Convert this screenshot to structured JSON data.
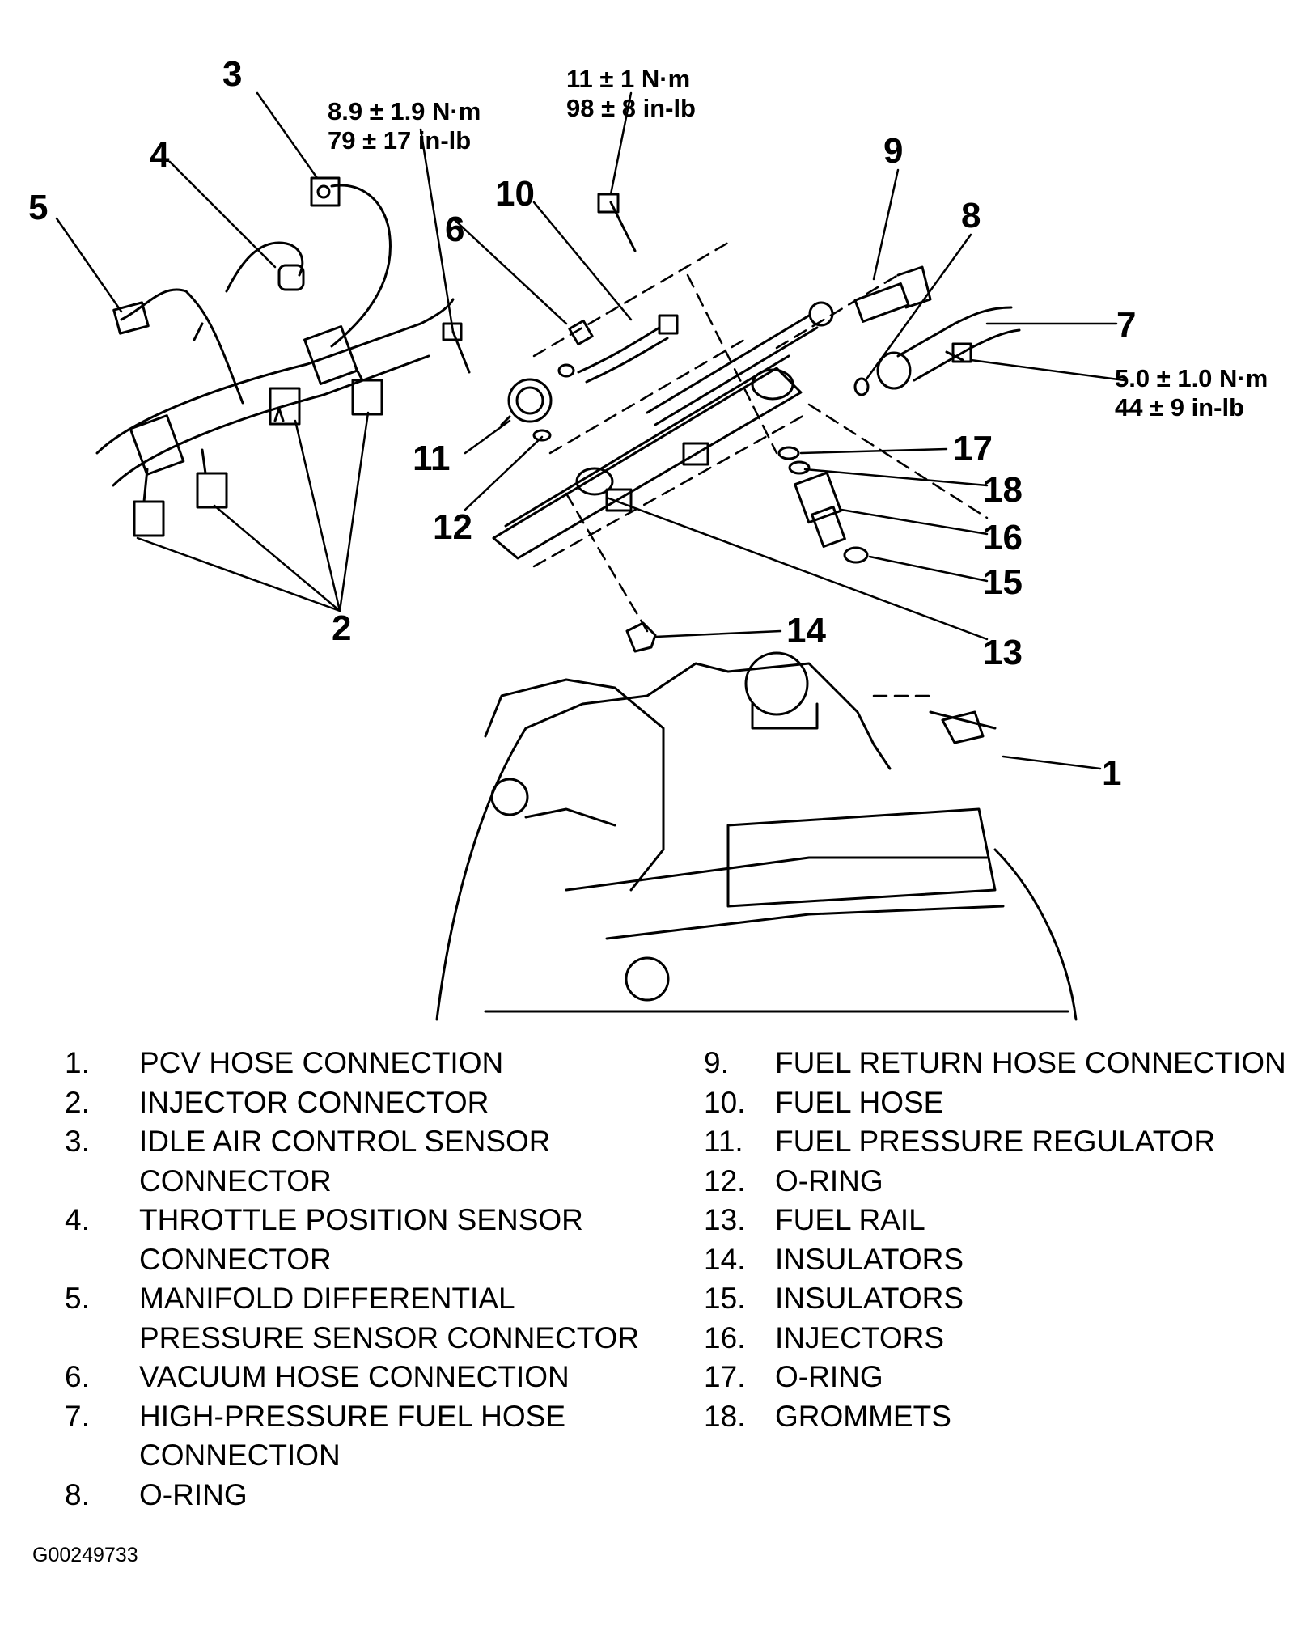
{
  "callouts": [
    "1",
    "2",
    "3",
    "4",
    "5",
    "6",
    "7",
    "8",
    "9",
    "10",
    "11",
    "12",
    "13",
    "14",
    "15",
    "16",
    "17",
    "18"
  ],
  "torque_specs": {
    "bolt_regulator": [
      "8.9 ± 1.9 N·m",
      "79 ± 17 in-lb"
    ],
    "bolt_rail": [
      "11 ± 1 N·m",
      "98 ± 8 in-lb"
    ],
    "bolt_fitting": [
      "5.0 ± 1.0 N·m",
      "44 ± 9 in-lb"
    ]
  },
  "legend": [
    {
      "num": "1.",
      "text": "PCV HOSE CONNECTION"
    },
    {
      "num": "2.",
      "text": "INJECTOR CONNECTOR"
    },
    {
      "num": "3.",
      "text": "IDLE AIR CONTROL SENSOR CONNECTOR"
    },
    {
      "num": "4.",
      "text": "THROTTLE POSITION SENSOR CONNECTOR"
    },
    {
      "num": "5.",
      "text": "MANIFOLD DIFFERENTIAL PRESSURE SENSOR CONNECTOR"
    },
    {
      "num": "6.",
      "text": "VACUUM HOSE CONNECTION"
    },
    {
      "num": "7.",
      "text": "HIGH-PRESSURE FUEL HOSE CONNECTION"
    },
    {
      "num": "8.",
      "text": "O-RING"
    },
    {
      "num": "9.",
      "text": "FUEL RETURN HOSE CONNECTION"
    },
    {
      "num": "10.",
      "text": "FUEL HOSE"
    },
    {
      "num": "11.",
      "text": "FUEL PRESSURE REGULATOR"
    },
    {
      "num": "12.",
      "text": "O-RING"
    },
    {
      "num": "13.",
      "text": "FUEL RAIL"
    },
    {
      "num": "14.",
      "text": "INSULATORS"
    },
    {
      "num": "15.",
      "text": "INSULATORS"
    },
    {
      "num": "16.",
      "text": "INJECTORS"
    },
    {
      "num": "17.",
      "text": "O-RING"
    },
    {
      "num": "18.",
      "text": "GROMMETS"
    }
  ],
  "figure_id": "G00249733"
}
